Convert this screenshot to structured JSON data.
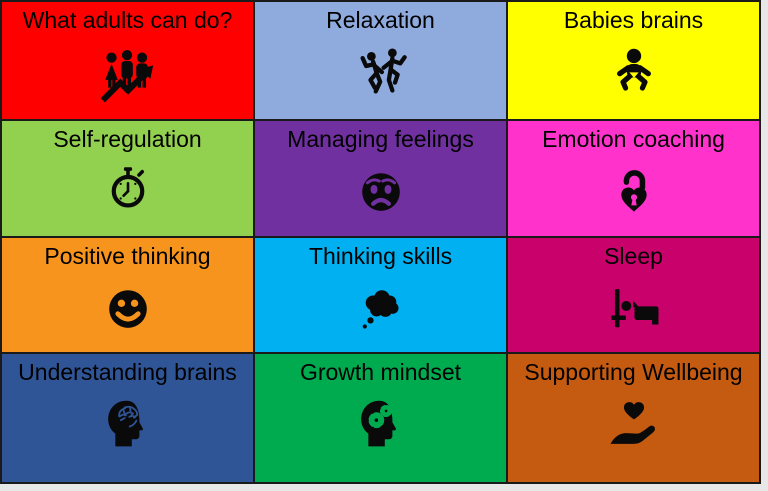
{
  "board": {
    "text_color": "#000000",
    "grid_line_color": "#1A1A1A",
    "page_margin_color": "#E7E7E7",
    "tiles": [
      {
        "title": "What adults can do?",
        "color": "#FE0000",
        "icon": "people-growth-icon"
      },
      {
        "title": "Relaxation",
        "color": "#8FAADC",
        "icon": "dancing-people-icon"
      },
      {
        "title": "Babies brains",
        "color": "#FFFF00",
        "icon": "baby-icon"
      },
      {
        "title": "Self-regulation",
        "color": "#92D050",
        "icon": "stopwatch-icon"
      },
      {
        "title": "Managing feelings",
        "color": "#7030A0",
        "icon": "worried-face-icon"
      },
      {
        "title": "Emotion coaching",
        "color": "#FF33CC",
        "icon": "heart-padlock-icon"
      },
      {
        "title": "Positive thinking",
        "color": "#F7941D",
        "icon": "smiley-face-icon"
      },
      {
        "title": "Thinking skills",
        "color": "#00B0F0",
        "icon": "thought-bubble-icon"
      },
      {
        "title": "Sleep",
        "color": "#C8016B",
        "icon": "bed-icon"
      },
      {
        "title": "Understanding brains",
        "color": "#2F5597",
        "icon": "head-brain-icon"
      },
      {
        "title": "Growth mindset",
        "color": "#00AB50",
        "icon": "head-gears-icon"
      },
      {
        "title": "Supporting Wellbeing",
        "color": "#C55A11",
        "icon": "hand-heart-icon"
      }
    ]
  }
}
